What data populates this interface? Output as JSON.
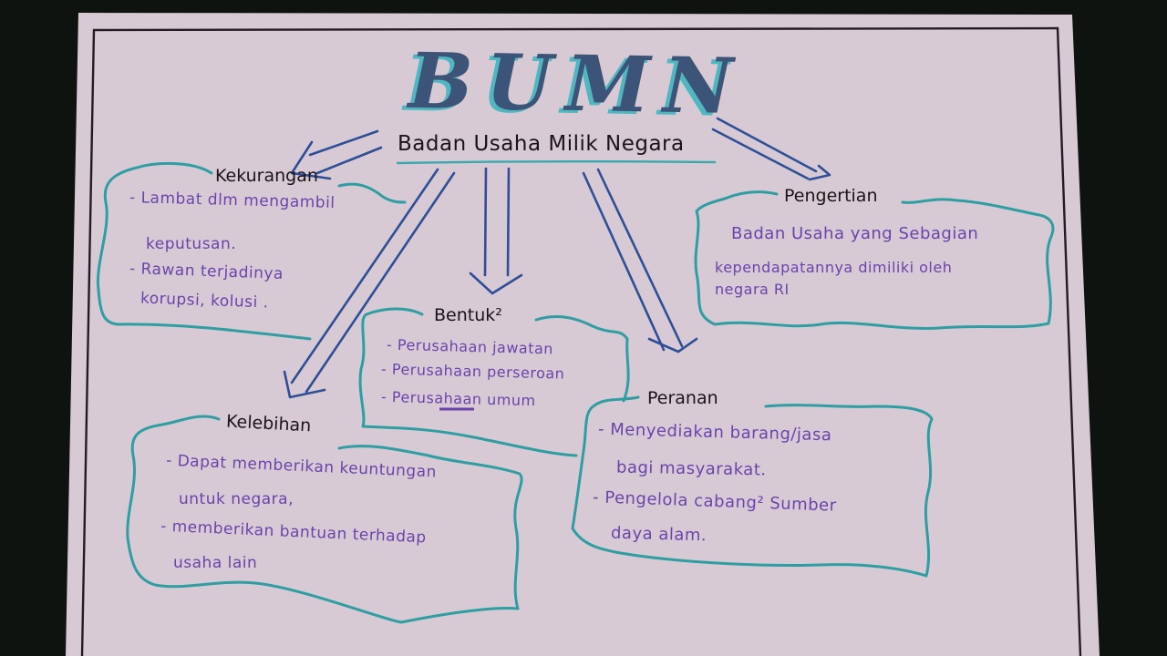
{
  "diagram": {
    "type": "mind-map",
    "medium": "handwritten on paper",
    "title": "BUMN",
    "subtitle": "Badan Usaha Milik Negara",
    "colors": {
      "background": "#0f130f",
      "paper": "#d8cad4",
      "frame_line": "#241a22",
      "title_ink": "#3b5478",
      "title_shadow": "#4fb7bf",
      "heading_ink": "#1a1416",
      "item_ink": "#6a43ad",
      "box_outline": "#2f9ea3",
      "arrow_ink": "#2e4f97"
    },
    "nodes": [
      {
        "id": "kekurangan",
        "heading": "Kekurangan",
        "lines": [
          "- Lambat dlm mengambil",
          "keputusan.",
          "- Rawan terjadinya",
          "korupsi, kolusi ."
        ]
      },
      {
        "id": "pengertian",
        "heading": "Pengertian",
        "lines": [
          "Badan Usaha yang  Sebagian",
          "kependapatannya dimiliki oleh",
          "negara RI"
        ]
      },
      {
        "id": "bentuk",
        "heading": "Bentuk²",
        "lines": [
          "- Perusahaan jawatan",
          "- Perusahaan perseroan",
          "- Perusahaan umum"
        ]
      },
      {
        "id": "kelebihan",
        "heading": "Kelebihan",
        "lines": [
          "- Dapat memberikan keuntungan",
          "untuk negara,",
          "- memberikan bantuan terhadap",
          "usaha lain"
        ]
      },
      {
        "id": "peranan",
        "heading": "Peranan",
        "lines": [
          "- Menyediakan barang/jasa",
          "bagi masyarakat.",
          "- Pengelola cabang² Sumber",
          "daya alam."
        ]
      }
    ],
    "edges": [
      {
        "from": "subtitle",
        "to": "kekurangan",
        "style": "double-arrow"
      },
      {
        "from": "subtitle",
        "to": "pengertian",
        "style": "double-arrow"
      },
      {
        "from": "subtitle",
        "to": "bentuk",
        "style": "double-arrow"
      },
      {
        "from": "subtitle",
        "to": "kelebihan",
        "style": "double-arrow"
      },
      {
        "from": "subtitle",
        "to": "peranan",
        "style": "double-arrow"
      }
    ]
  }
}
